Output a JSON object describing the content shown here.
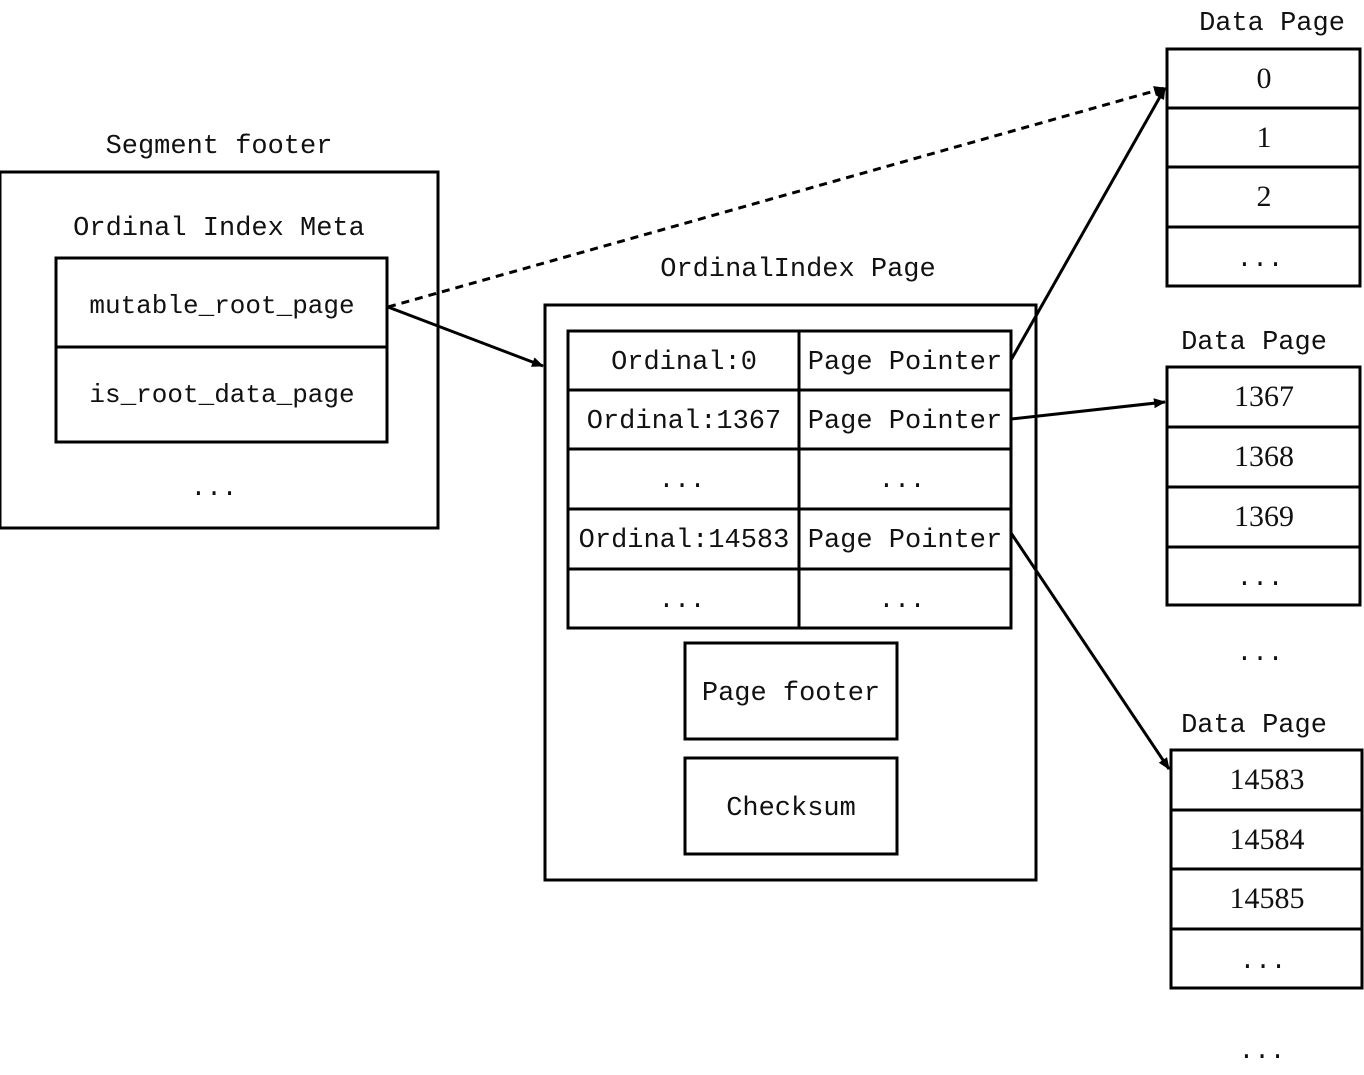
{
  "segment_footer": {
    "title": "Segment footer",
    "meta_title": "Ordinal Index Meta",
    "fields": [
      "mutable_root_page",
      "is_root_data_page"
    ],
    "ellipsis": "..."
  },
  "ordinal_index_page": {
    "title": "OrdinalIndex Page",
    "rows": [
      {
        "ordinal": "Ordinal:0",
        "pointer": "Page Pointer"
      },
      {
        "ordinal": "Ordinal:1367",
        "pointer": "Page Pointer"
      },
      {
        "ordinal": "...",
        "pointer": "..."
      },
      {
        "ordinal": "Ordinal:14583",
        "pointer": "Page Pointer"
      },
      {
        "ordinal": "...",
        "pointer": "..."
      }
    ],
    "page_footer": "Page footer",
    "checksum": "Checksum"
  },
  "data_pages": [
    {
      "title": "Data Page",
      "entries": [
        "0",
        "1",
        "2",
        "..."
      ]
    },
    {
      "title": "Data Page",
      "entries": [
        "1367",
        "1368",
        "1369",
        "..."
      ]
    },
    {
      "title": "Data Page",
      "entries": [
        "14583",
        "14584",
        "14585",
        "..."
      ]
    }
  ],
  "gap_ellipsis": "...",
  "bottom_ellipsis": "..."
}
